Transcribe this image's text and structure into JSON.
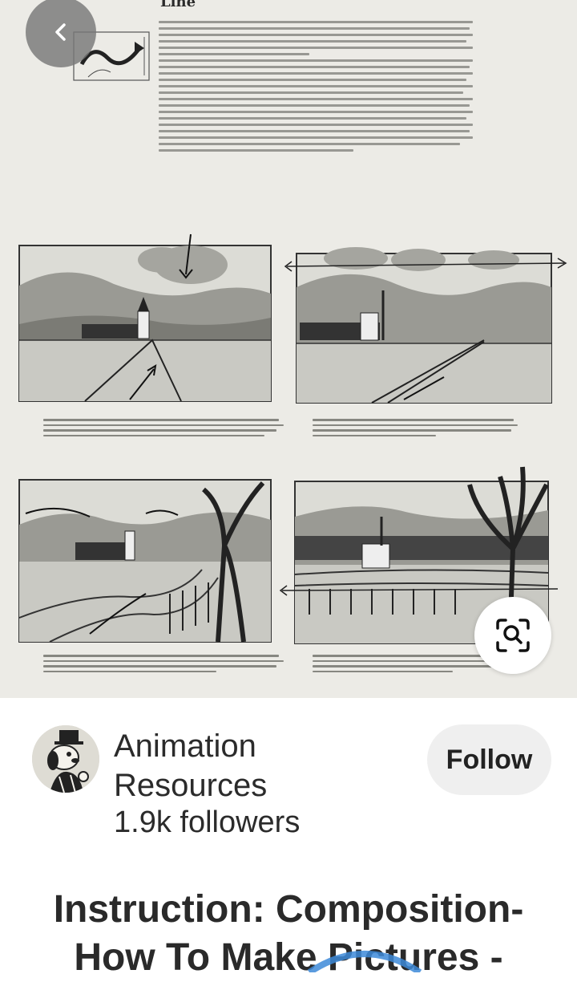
{
  "pin_image": {
    "page_heading": "Line"
  },
  "creator": {
    "name": "Animation Resources",
    "followers": "1.9k followers"
  },
  "follow_button": {
    "label": "Follow"
  },
  "pin_title": "Instruction: Composition- How To Make Pictures -",
  "icons": {
    "back": "chevron-left-icon",
    "visual_search": "visual-search-icon"
  },
  "colors": {
    "overlay_button": "#787878",
    "follow_bg": "#efefef",
    "accent_blue": "#3d8ad8"
  }
}
